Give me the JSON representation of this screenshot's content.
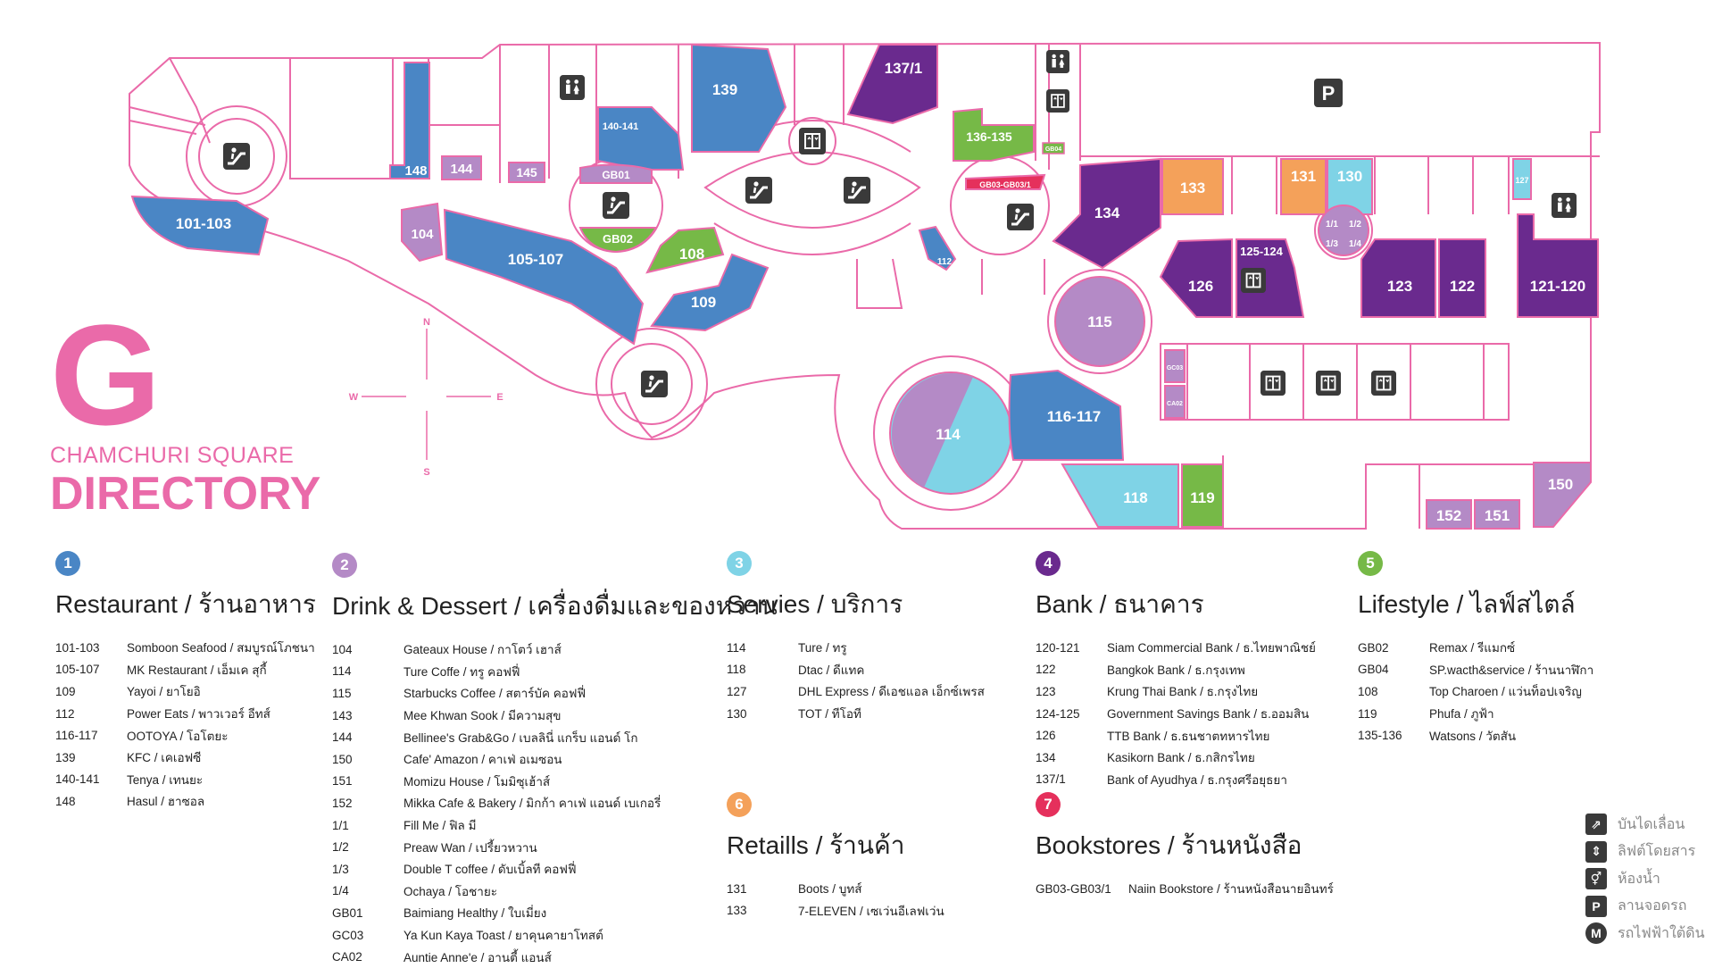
{
  "brand": {
    "letter": "G",
    "mall": "CHAMCHURI SQUARE",
    "title": "DIRECTORY"
  },
  "compass": {
    "n": "N",
    "s": "S",
    "e": "E",
    "w": "W"
  },
  "colors": {
    "pink": "#ea6aa9",
    "restaurant": "#4a86c5",
    "drink": "#b48ac6",
    "services": "#7fd3e6",
    "bank": "#6a2a8e",
    "lifestyle": "#76b947",
    "retail": "#f4a15a",
    "bookstore": "#e5305c",
    "icon": "#3a3a3a"
  },
  "units": {
    "u101": "101-103",
    "u104": "104",
    "u105": "105-107",
    "u108": "108",
    "u109": "109",
    "u112": "112",
    "u114": "114",
    "u115": "115",
    "u116": "116-117",
    "u118": "118",
    "u119": "119",
    "u120": "121-120",
    "u122": "122",
    "u123": "123",
    "u124": "125-124",
    "u126": "126",
    "u127": "127",
    "u130": "130",
    "u131": "131",
    "u133": "133",
    "u134": "134",
    "u135": "136-135",
    "u137": "137/1",
    "u139": "139",
    "u140": "140-141",
    "u144": "144",
    "u145": "145",
    "u148": "148",
    "u150": "150",
    "u151": "151",
    "u152": "152",
    "gb01": "GB01",
    "gb02": "GB02",
    "gb03": "GB03-GB03/1",
    "gb04": "GB04",
    "gc03": "GC03",
    "ca02": "CA02",
    "k11": "1/1",
    "k12": "1/2",
    "k13": "1/3",
    "k14": "1/4"
  },
  "categories": [
    {
      "num": "1",
      "color": "#4a86c5",
      "title": "Restaurant / ร้านอาหาร",
      "items": [
        {
          "code": "101-103",
          "name": "Somboon Seafood / สมบูรณ์โภชนา"
        },
        {
          "code": "105-107",
          "name": "MK Restaurant / เอ็มเค สุกี้"
        },
        {
          "code": "109",
          "name": "Yayoi / ยาโยอิ"
        },
        {
          "code": "112",
          "name": "Power Eats / พาวเวอร์ อีทส์"
        },
        {
          "code": "116-117",
          "name": "OOTOYA / โอโตยะ"
        },
        {
          "code": "139",
          "name": "KFC / เคเอฟซี"
        },
        {
          "code": "140-141",
          "name": "Tenya / เทนยะ"
        },
        {
          "code": "148",
          "name": "Hasul / ฮาซอล"
        }
      ]
    },
    {
      "num": "2",
      "color": "#b48ac6",
      "title": "Drink & Dessert / เครื่องดื่มและของหวาน",
      "items": [
        {
          "code": "104",
          "name": "Gateaux House / กาโตว์ เฮาส์"
        },
        {
          "code": "114",
          "name": "Ture Coffe / ทรู คอฟฟี่"
        },
        {
          "code": "115",
          "name": "Starbucks Coffee / สตาร์บัค คอฟฟี่"
        },
        {
          "code": "143",
          "name": "Mee Khwan Sook / มีความสุข"
        },
        {
          "code": "144",
          "name": "Bellinee's Grab&Go / เบลลินี่ แกร็บ แอนด์ โก"
        },
        {
          "code": "150",
          "name": "Cafe' Amazon / คาเฟ่ อเมซอน"
        },
        {
          "code": "151",
          "name": "Momizu House / โมมิซุเฮ้าส์"
        },
        {
          "code": "152",
          "name": "Mikka Cafe & Bakery / มิกก้า คาเฟ่ แอนด์ เบเกอรี่"
        },
        {
          "code": "1/1",
          "name": "Fill Me / ฟิล มี"
        },
        {
          "code": "1/2",
          "name": "Preaw Wan / เปรี้ยวหวาน"
        },
        {
          "code": "1/3",
          "name": "Double T coffee / ดับเบิ้ลที คอฟฟี่"
        },
        {
          "code": "1/4",
          "name": "Ochaya / โอชายะ"
        },
        {
          "code": "GB01",
          "name": "Baimiang Healthy / ใบเมี่ยง"
        },
        {
          "code": "GC03",
          "name": "Ya Kun Kaya Toast / ยาคุนคายาโทสต์"
        },
        {
          "code": "CA02",
          "name": "Auntie Anne'e / อานตี้ แอนส์"
        }
      ]
    },
    {
      "num": "3",
      "color": "#7fd3e6",
      "title": "Servies / บริการ",
      "items": [
        {
          "code": "114",
          "name": "Ture / ทรู"
        },
        {
          "code": "118",
          "name": "Dtac / ดีแทค"
        },
        {
          "code": "127",
          "name": "DHL Express / ดีเอชแอล เอ็กซ์เพรส"
        },
        {
          "code": "130",
          "name": "TOT / ทีโอที"
        }
      ]
    },
    {
      "num": "4",
      "color": "#6a2a8e",
      "title": "Bank / ธนาคาร",
      "items": [
        {
          "code": "120-121",
          "name": "Siam Commercial Bank / ธ.ไทยพาณิชย์"
        },
        {
          "code": "122",
          "name": "Bangkok Bank / ธ.กรุงเทพ"
        },
        {
          "code": "123",
          "name": "Krung Thai Bank / ธ.กรุงไทย"
        },
        {
          "code": "124-125",
          "name": "Government Savings Bank / ธ.ออมสิน"
        },
        {
          "code": "126",
          "name": "TTB Bank / ธ.ธนชาตทหารไทย"
        },
        {
          "code": "134",
          "name": "Kasikorn Bank / ธ.กสิกรไทย"
        },
        {
          "code": "137/1",
          "name": "Bank of Ayudhya / ธ.กรุงศรีอยุธยา"
        }
      ]
    },
    {
      "num": "5",
      "color": "#76b947",
      "title": "Lifestyle / ไลฟ์สไตล์",
      "items": [
        {
          "code": "GB02",
          "name": "Remax / รีแมกซ์"
        },
        {
          "code": "GB04",
          "name": "SP.wacth&service / ร้านนาฬิกา"
        },
        {
          "code": "108",
          "name": "Top Charoen / แว่นท็อปเจริญ"
        },
        {
          "code": "119",
          "name": "Phufa / ภูฟ้า"
        },
        {
          "code": "135-136",
          "name": "Watsons / วัตสัน"
        }
      ]
    },
    {
      "num": "6",
      "color": "#f4a15a",
      "title": "Retaills / ร้านค้า",
      "items": [
        {
          "code": "131",
          "name": "Boots / บูทส์"
        },
        {
          "code": "133",
          "name": "7-ELEVEN / เซเว่นอีเลฟเว่น"
        }
      ]
    },
    {
      "num": "7",
      "color": "#e5305c",
      "title": "Bookstores / ร้านหนังสือ",
      "items": [
        {
          "code": "GB03-GB03/1",
          "name": "Naiin Bookstore / ร้านหนังสือนายอินทร์"
        }
      ]
    }
  ],
  "legend": [
    {
      "icon": "escalator-icon",
      "label": "บันไดเลื่อน"
    },
    {
      "icon": "elevator-icon",
      "label": "ลิฟต์โดยสาร"
    },
    {
      "icon": "restroom-icon",
      "label": "ห้องน้ำ"
    },
    {
      "icon": "parking-icon",
      "label": "ลานจอดรถ"
    },
    {
      "icon": "mrt-icon",
      "label": "รถไฟฟ้าใต้ดิน"
    }
  ],
  "glyphs": {
    "p": "P",
    "m": "M"
  }
}
